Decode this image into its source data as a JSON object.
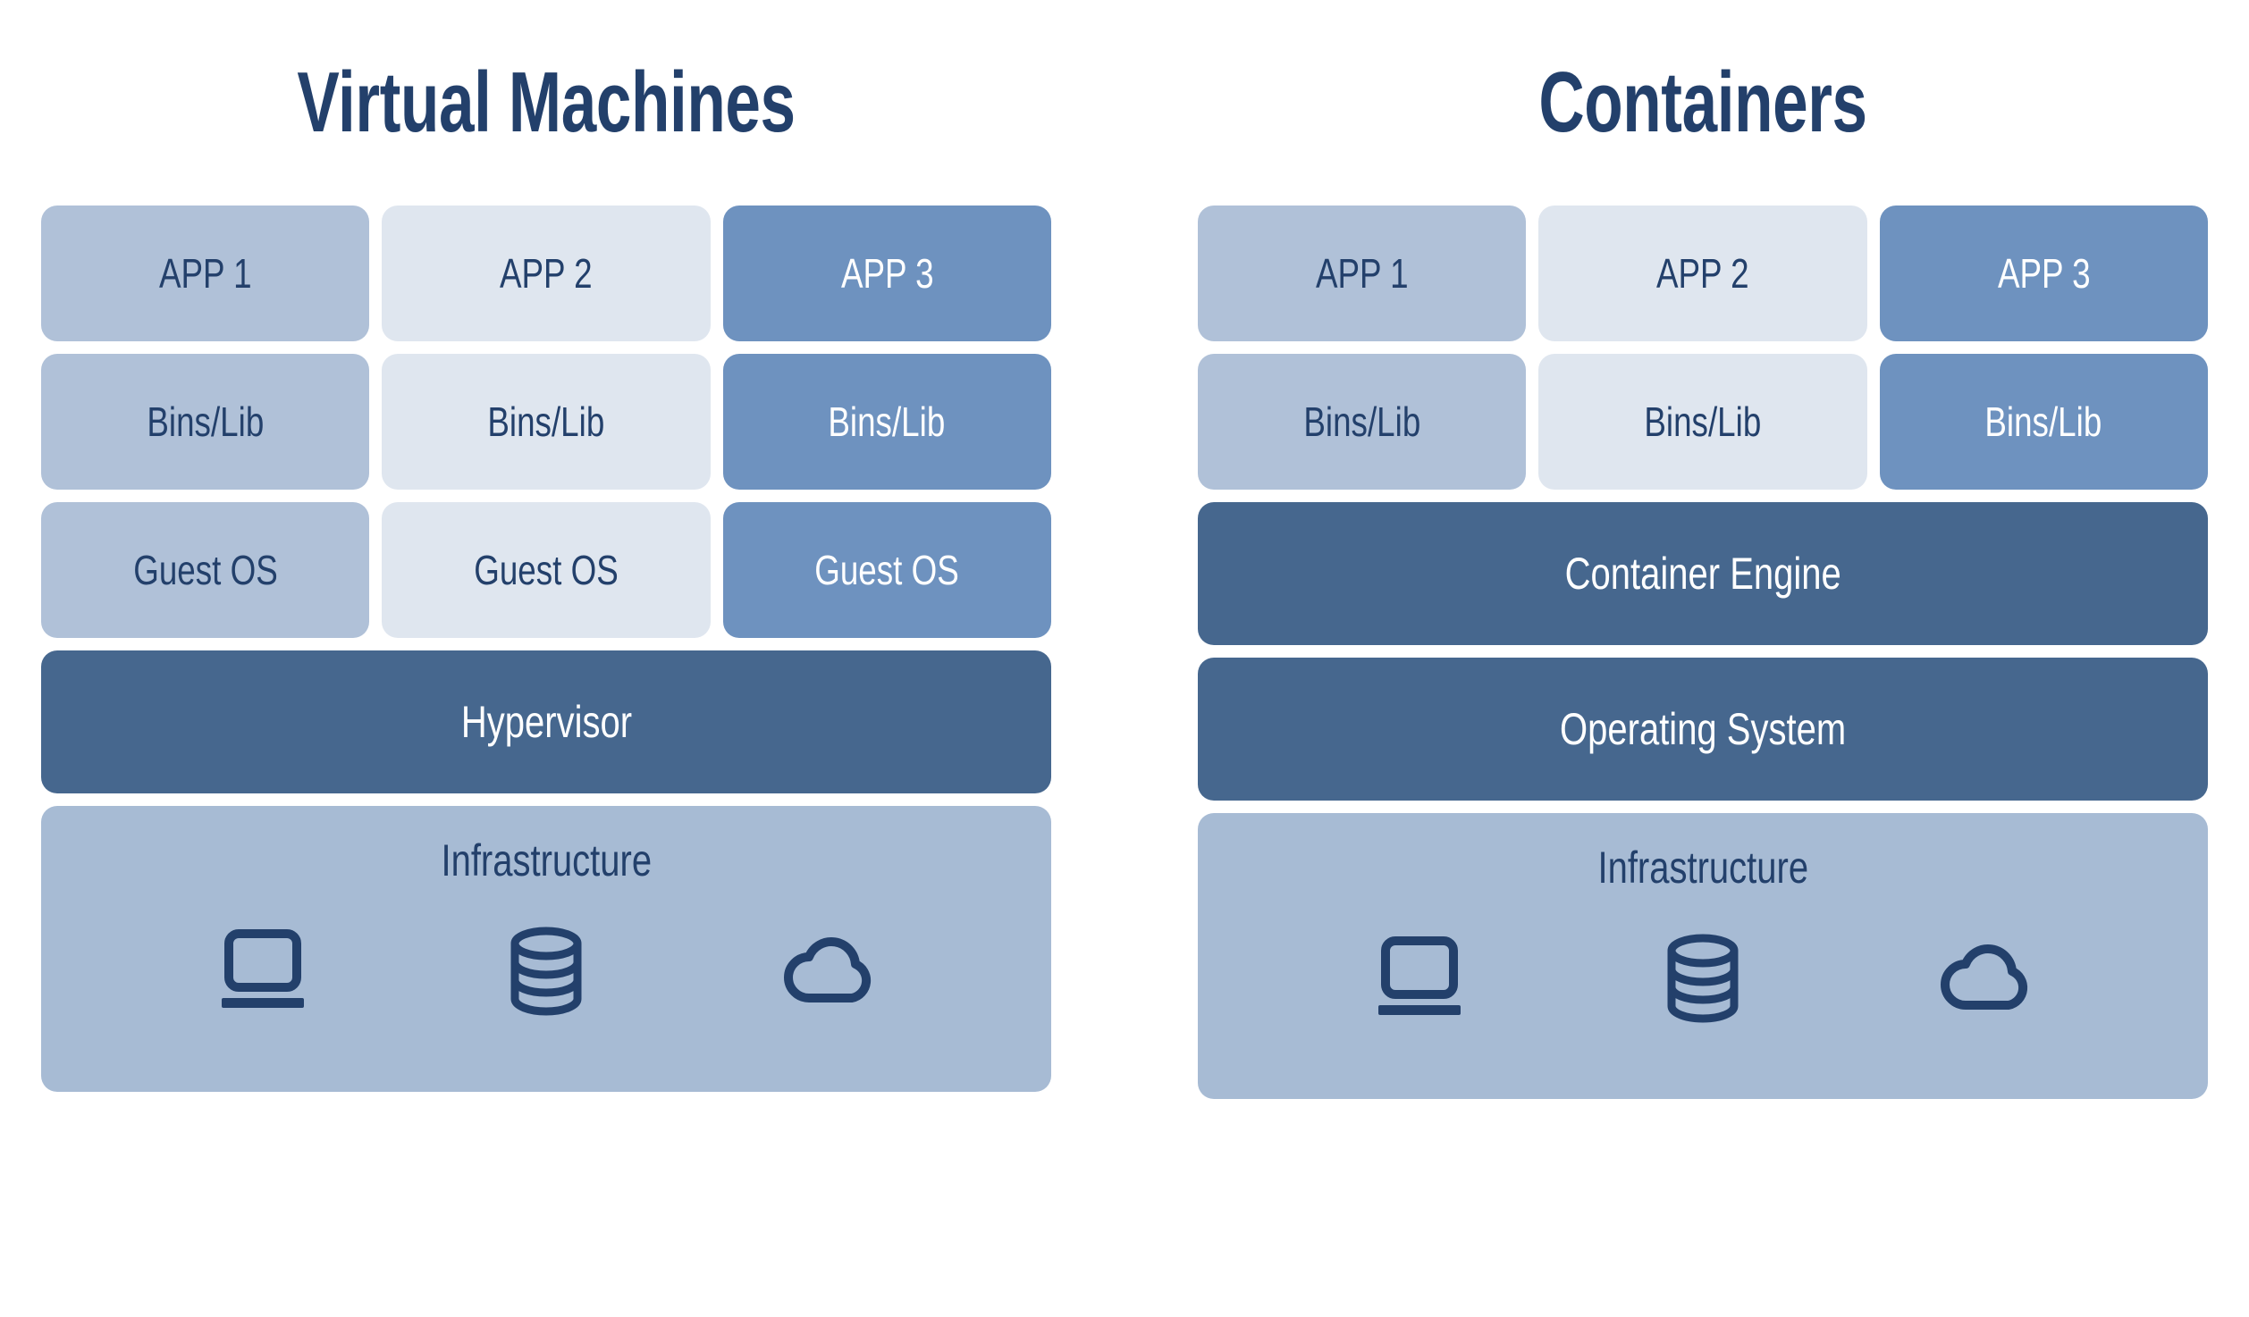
{
  "theme": {
    "background": "#ffffff",
    "title_color": "#23406b",
    "tone_a": "#b0c1d8",
    "tone_b": "#dfe6ef",
    "tone_c": "#6e92bf",
    "bar_color": "#46678e",
    "infra_color": "#a7bbd4",
    "text_dark": "#23406b",
    "text_light": "#ffffff"
  },
  "diagram": {
    "type": "comparison-stack",
    "columns": [
      {
        "id": "virtual-machines",
        "title": "Virtual Machines",
        "rows": [
          {
            "id": "apps",
            "kind": "triple",
            "cells": [
              {
                "label": "APP 1",
                "tone": "tone-a"
              },
              {
                "label": "APP 2",
                "tone": "tone-b"
              },
              {
                "label": "APP 3",
                "tone": "tone-c"
              }
            ]
          },
          {
            "id": "bins-lib",
            "kind": "triple",
            "cells": [
              {
                "label": "Bins/Lib",
                "tone": "tone-a"
              },
              {
                "label": "Bins/Lib",
                "tone": "tone-b"
              },
              {
                "label": "Bins/Lib",
                "tone": "tone-c"
              }
            ]
          },
          {
            "id": "guest-os",
            "kind": "triple",
            "cells": [
              {
                "label": "Guest OS",
                "tone": "tone-a"
              },
              {
                "label": "Guest OS",
                "tone": "tone-b"
              },
              {
                "label": "Guest OS",
                "tone": "tone-c"
              }
            ]
          },
          {
            "id": "hypervisor",
            "kind": "bar",
            "label": "Hypervisor"
          },
          {
            "id": "infrastructure",
            "kind": "infra",
            "label": "Infrastructure",
            "icons": [
              "laptop-icon",
              "database-icon",
              "cloud-icon"
            ]
          }
        ]
      },
      {
        "id": "containers",
        "title": "Containers",
        "rows": [
          {
            "id": "apps",
            "kind": "triple",
            "cells": [
              {
                "label": "APP 1",
                "tone": "tone-a"
              },
              {
                "label": "APP 2",
                "tone": "tone-b"
              },
              {
                "label": "APP 3",
                "tone": "tone-c"
              }
            ]
          },
          {
            "id": "bins-lib",
            "kind": "triple",
            "cells": [
              {
                "label": "Bins/Lib",
                "tone": "tone-a"
              },
              {
                "label": "Bins/Lib",
                "tone": "tone-b"
              },
              {
                "label": "Bins/Lib",
                "tone": "tone-c"
              }
            ]
          },
          {
            "id": "container-engine",
            "kind": "bar",
            "label": "Container Engine"
          },
          {
            "id": "operating-system",
            "kind": "bar",
            "label": "Operating System"
          },
          {
            "id": "infrastructure",
            "kind": "infra",
            "label": "Infrastructure",
            "icons": [
              "laptop-icon",
              "database-icon",
              "cloud-icon"
            ]
          }
        ]
      }
    ]
  }
}
